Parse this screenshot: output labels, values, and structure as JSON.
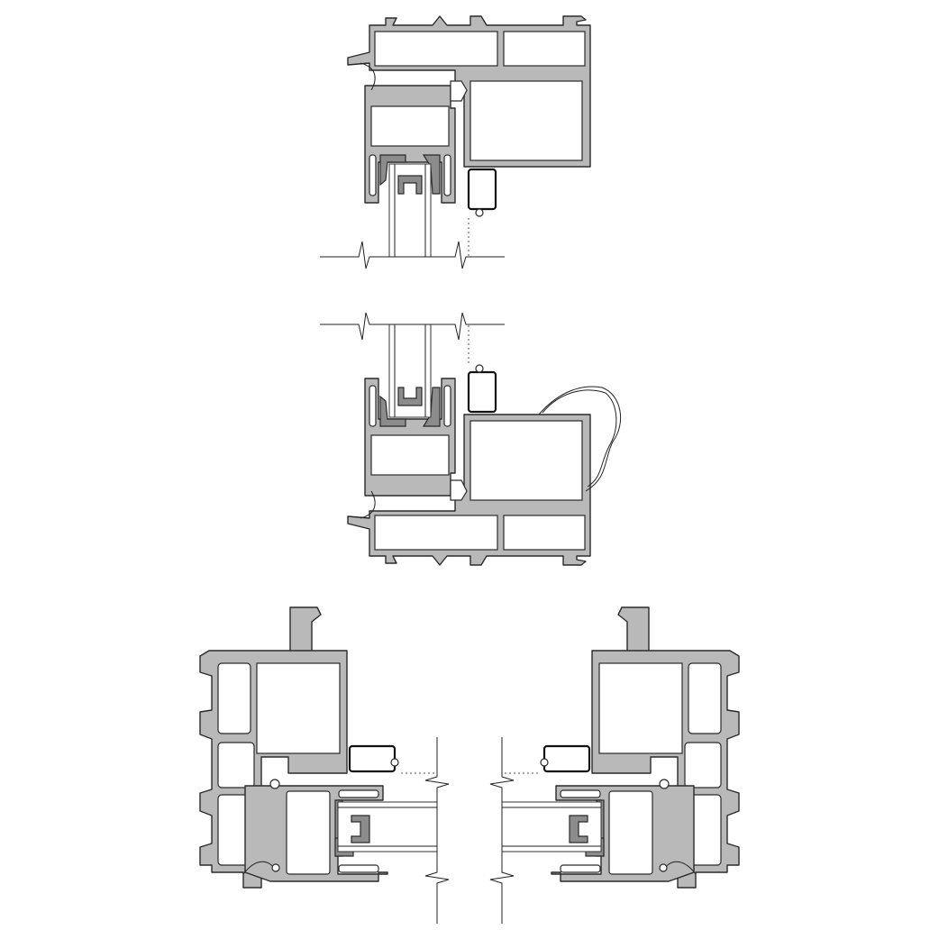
{
  "drawing": {
    "sections": [
      "head",
      "sill",
      "left-jamb",
      "right-jamb"
    ],
    "colors": {
      "profile": "#b9b9b9",
      "outline": "#2a2a2a",
      "gasket": "#8c8c8c",
      "background": "#ffffff"
    }
  }
}
